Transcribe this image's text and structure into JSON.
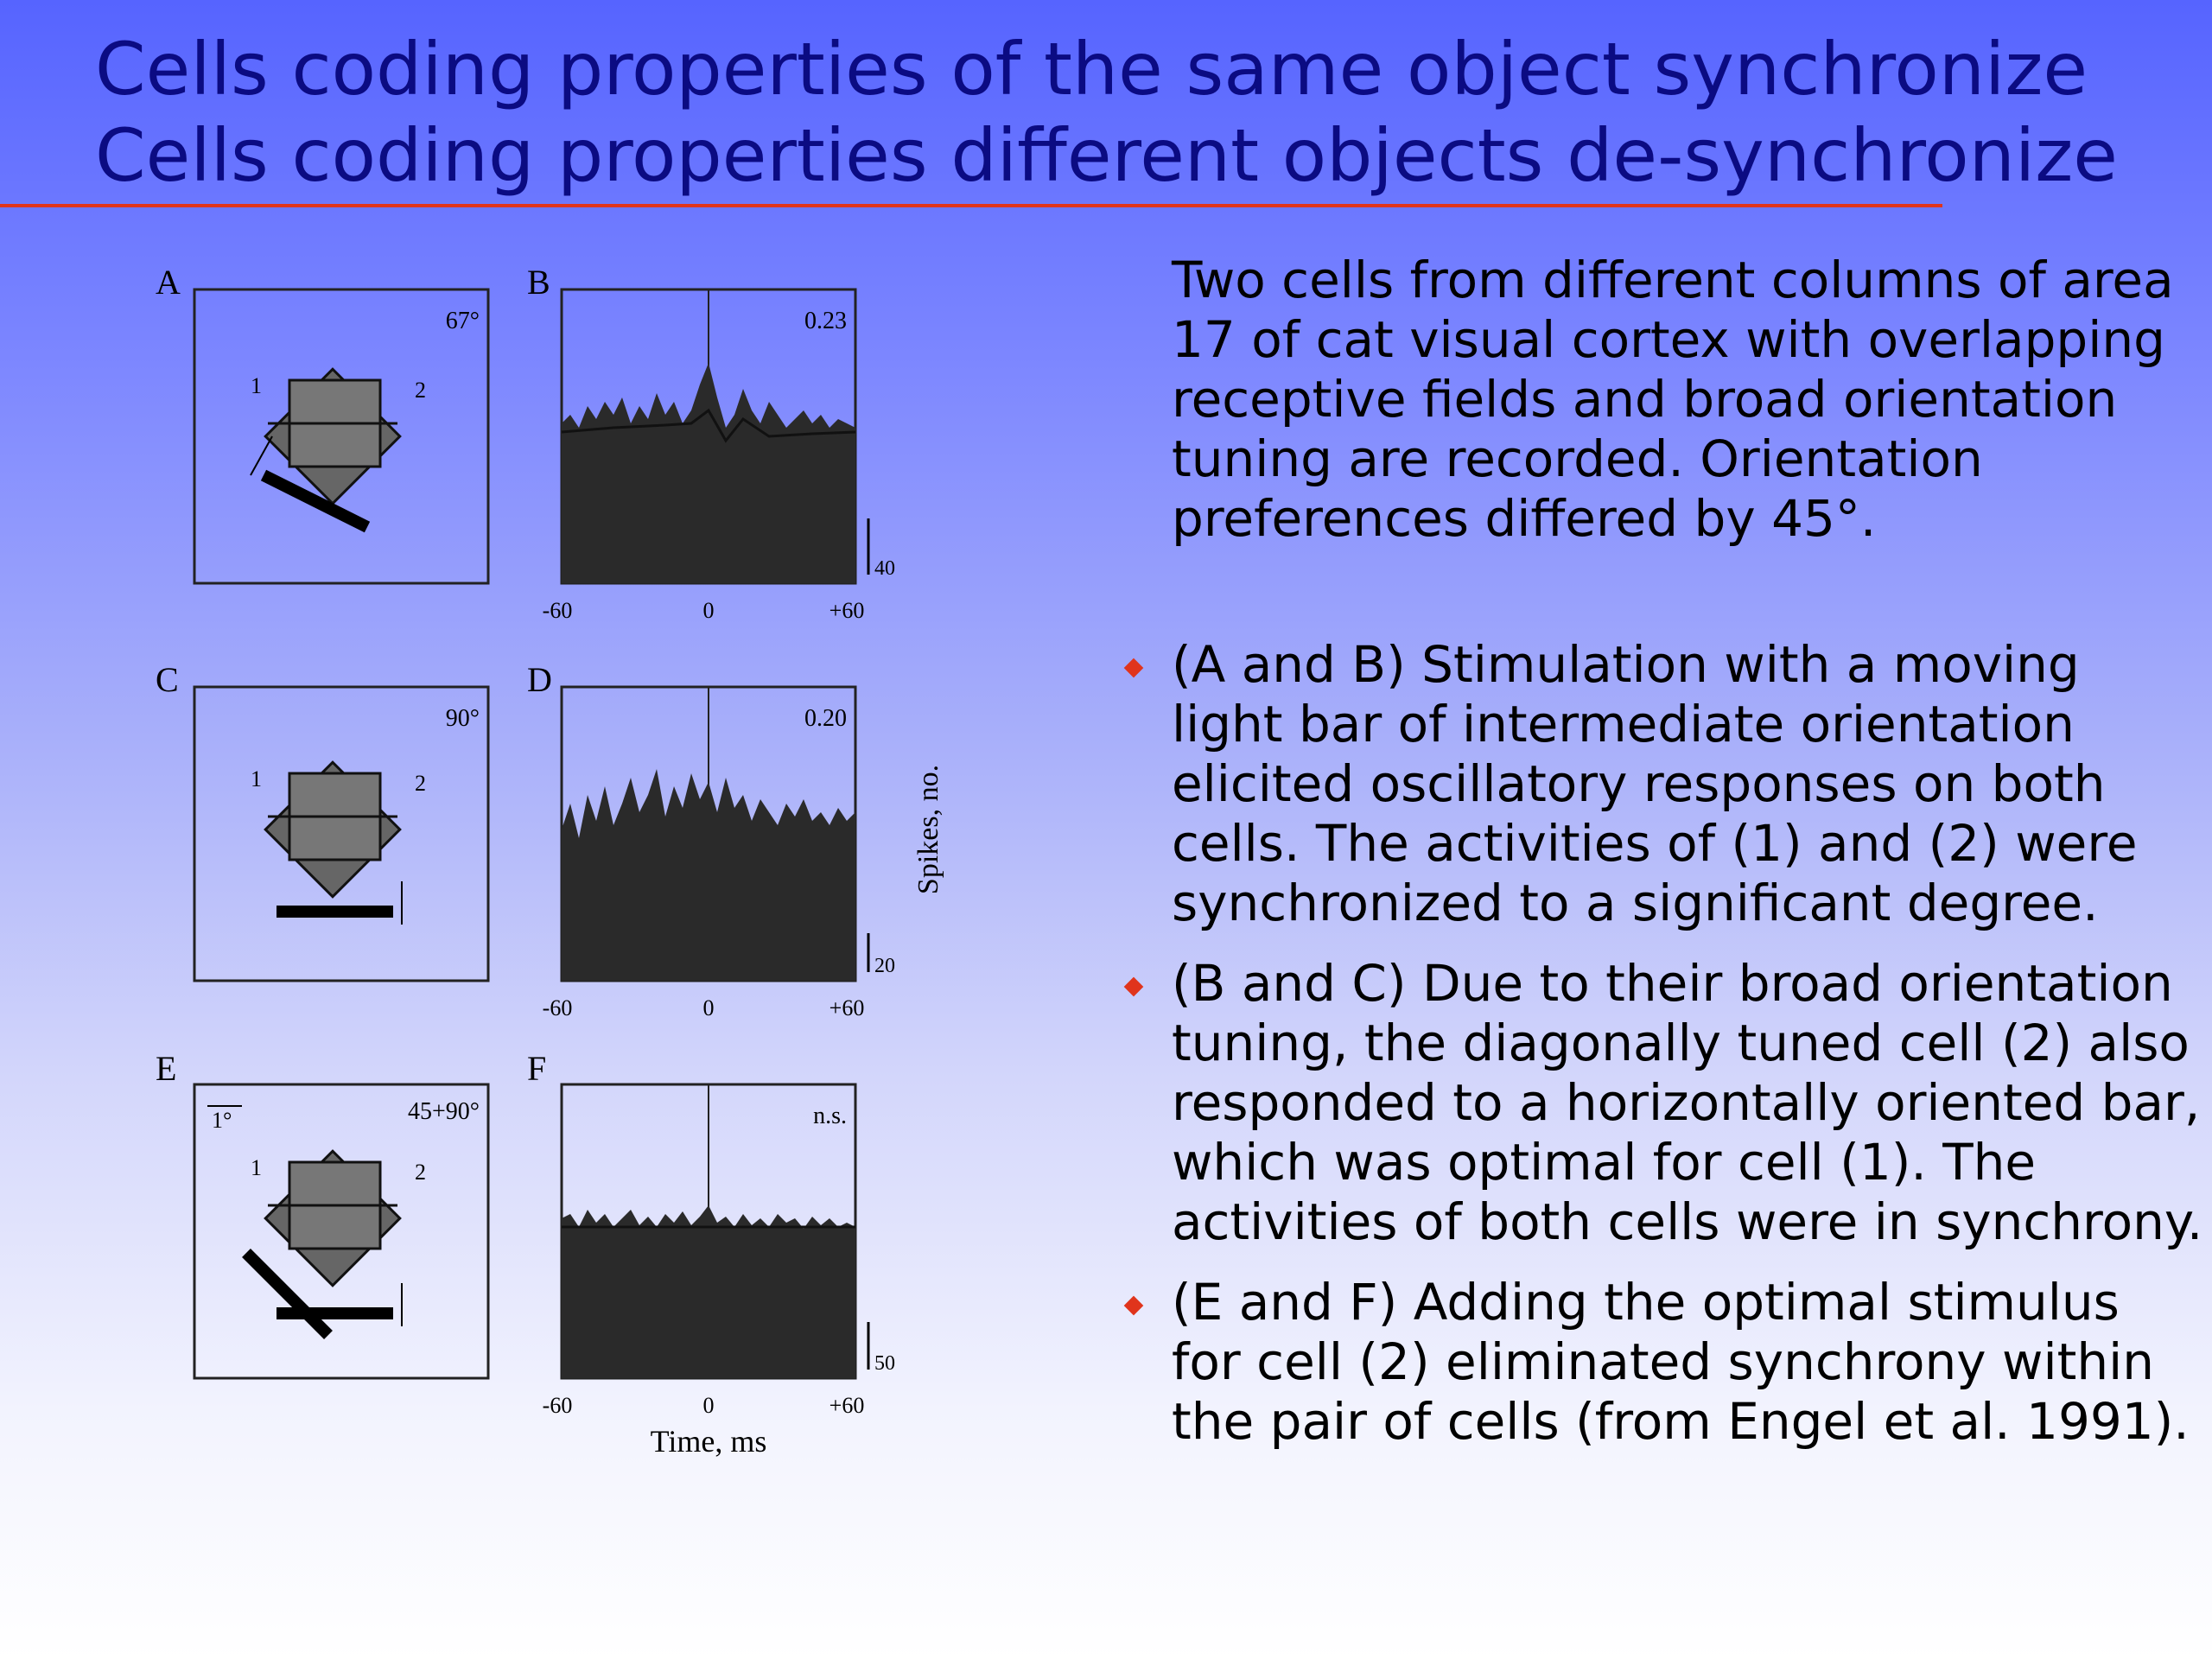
{
  "title": {
    "line1": "Cells coding properties of the same object synchronize",
    "line2": "Cells coding properties different objects de-synchronize"
  },
  "figure": {
    "panels": [
      {
        "label": "A",
        "angle": "67°"
      },
      {
        "label": "B",
        "value": "0.23",
        "scale": "40",
        "ticks": [
          "-60",
          "0",
          "+60"
        ]
      },
      {
        "label": "C",
        "angle": "90°"
      },
      {
        "label": "D",
        "value": "0.20",
        "scale": "20",
        "ticks": [
          "-60",
          "0",
          "+60"
        ]
      },
      {
        "label": "E",
        "angle": "45+90°",
        "scalebar": "1°"
      },
      {
        "label": "F",
        "value": "n.s.",
        "scale": "50",
        "ticks": [
          "-60",
          "0",
          "+60"
        ]
      }
    ],
    "cell_labels": [
      "1",
      "2"
    ],
    "y_axis_label": "Spikes, no.",
    "x_axis_label": "Time, ms"
  },
  "text": {
    "intro": "Two cells from different columns of area 17 of cat visual cortex with overlapping receptive fields and broad orientation tuning are recorded. Orientation preferences differed by 45°.",
    "bullets": [
      "(A and B) Stimulation with a moving light bar of intermediate orientation elicited oscillatory responses on both cells. The activities of (1) and (2) were synchronized to a significant degree.",
      "(B and C) Due to their broad orientation tuning, the diagonally tuned cell (2) also responded to a horizontally oriented bar, which was optimal for cell (1). The activities of both cells were in synchrony.",
      "(E and F) Adding the optimal stimulus for cell (2) eliminated synchrony within the pair of cells (from Engel et al. 1991)."
    ]
  },
  "colors": {
    "title": "#0b0b82",
    "accent": "#e0341c",
    "background_top": "#5664ff",
    "background_bottom": "#ffffff"
  }
}
